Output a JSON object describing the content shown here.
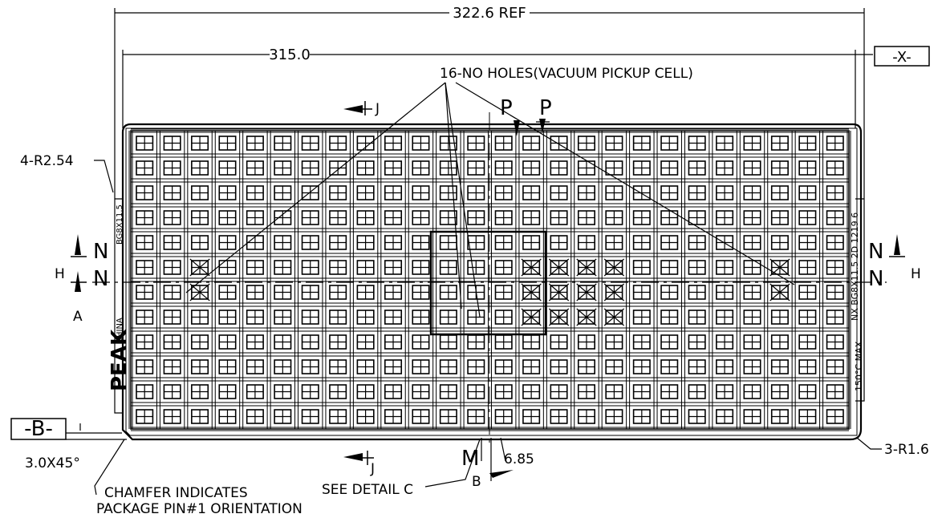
{
  "dimensions": {
    "overall_ref": "322.6 REF",
    "pocket_span": "315.0",
    "datum_x": "-X-",
    "datum_b": "-B-",
    "corner_radius_left": "4-R2.54",
    "corner_radius_right": "3-R1.6",
    "chamfer": "3.0X45°",
    "detail_dim": "6.85"
  },
  "notes": {
    "vacuum_holes": "16-NO HOLES(VACUUM PICKUP CELL)",
    "chamfer_line1": "CHAMFER INDICATES",
    "chamfer_line2": "PACKAGE PIN#1 ORIENTATION",
    "see_detail": "SEE DETAIL C"
  },
  "section_markers": {
    "j_top": "J",
    "j_bottom": "J",
    "p_left": "P",
    "p_right": "P",
    "n_left_top": "N",
    "n_left_bottom": "N",
    "n_right_top": "N",
    "n_right_bottom": "N",
    "h_left": "H",
    "h_right": "H",
    "a_left": "A",
    "m_bottom": "M",
    "b_bottom": "B"
  },
  "tray_markings": {
    "left_code": "BG8X11.5",
    "left_origin": "CHINA",
    "left_logo": "PEAK",
    "right_code": "NX BG8X11.5 2D 1219 6",
    "right_temp": "150°C MAX"
  },
  "colors": {
    "ink": "#000000",
    "paper": "#ffffff"
  }
}
